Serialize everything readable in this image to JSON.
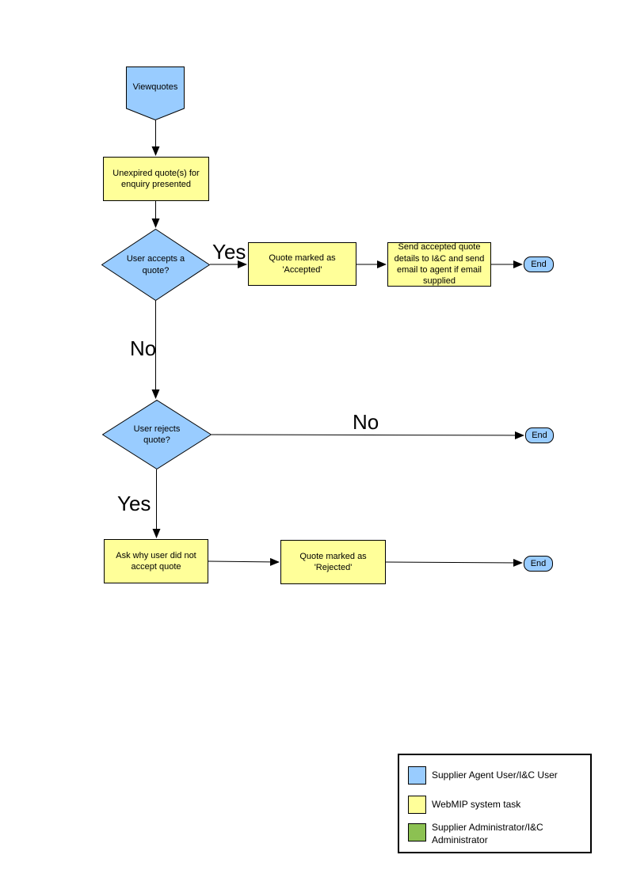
{
  "flowchart": {
    "nodes": {
      "view_quotes": {
        "label": "Viewquotes"
      },
      "unexpired_quotes": {
        "label": "Unexpired quote(s) for enquiry presented"
      },
      "user_accepts": {
        "label": "User accepts a quote?"
      },
      "quote_accepted": {
        "label": "Quote marked as 'Accepted'"
      },
      "send_details": {
        "label": "Send accepted quote details to I&C and send email to agent if email supplied"
      },
      "end_accept": {
        "label": "End"
      },
      "user_rejects": {
        "label": "User rejects quote?"
      },
      "end_reject_no": {
        "label": "End"
      },
      "ask_why": {
        "label": "Ask why user did not accept quote"
      },
      "quote_rejected": {
        "label": "Quote marked as 'Rejected'"
      },
      "end_reject": {
        "label": "End"
      }
    },
    "edge_labels": {
      "accepts_yes": "Yes",
      "accepts_no": "No",
      "rejects_no": "No",
      "rejects_yes": "Yes"
    },
    "colors": {
      "user_shape": "#99CCFF",
      "system_shape": "#FFFF99",
      "admin_shape": "#8CC152",
      "line": "#000000"
    },
    "legend": {
      "items": [
        {
          "color": "#99CCFF",
          "label": "Supplier Agent User/I&C User"
        },
        {
          "color": "#FFFF99",
          "label": "WebMIP system task"
        },
        {
          "color": "#8CC152",
          "label": "Supplier Administrator/I&C Administrator"
        }
      ]
    }
  }
}
